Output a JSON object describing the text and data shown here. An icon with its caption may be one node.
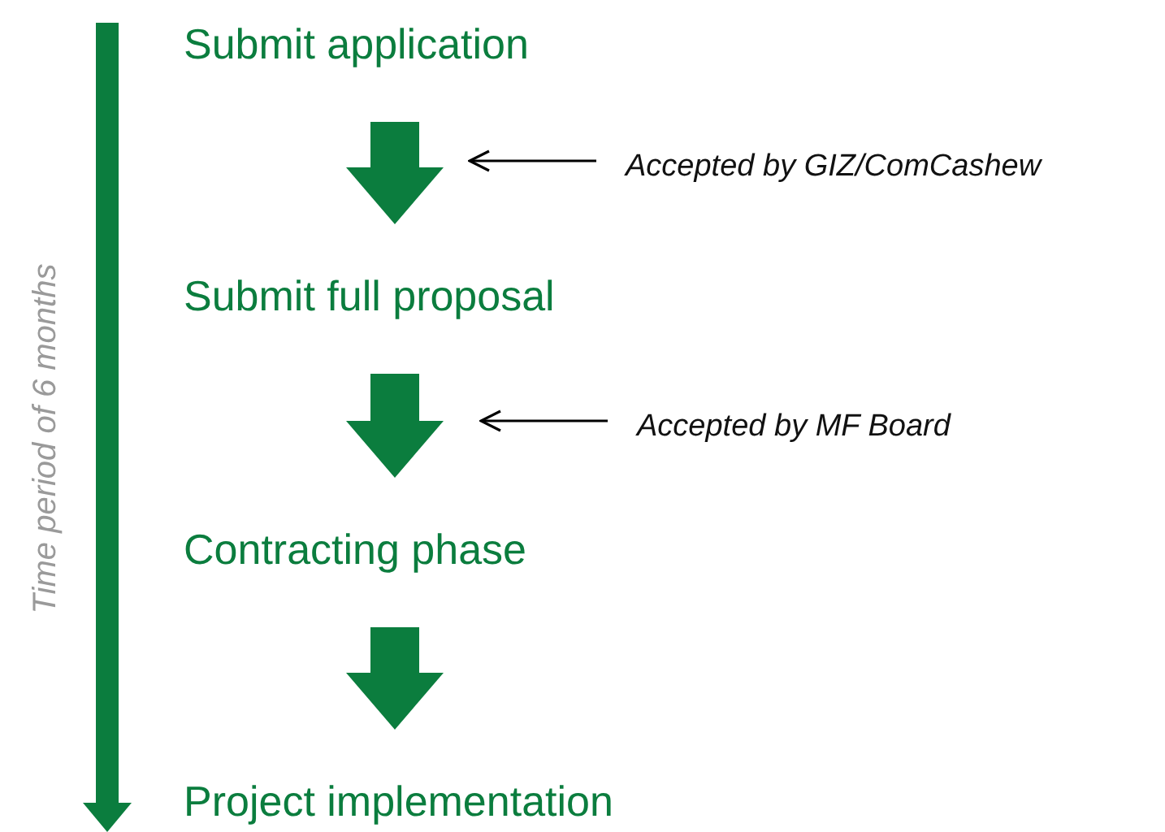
{
  "diagram": {
    "nodes": [
      {
        "text": [
          "Submit application"
        ]
      },
      {
        "text": [
          "Accepted by GIZ/ComCashew"
        ]
      },
      {
        "text": [
          "Submit full proposal"
        ]
      },
      {
        "text": [
          "Accepted by MF Board"
        ]
      },
      {
        "text": [
          "Contracting phase"
        ]
      },
      {
        "text": [
          "Project implementation"
        ]
      }
    ],
    "edges": [
      {
        "from": 0,
        "to": 2,
        "arrow": "to"
      },
      {
        "from": 1,
        "to": null,
        "arrow": "to",
        "color": "#000000"
      },
      {
        "from": 2,
        "to": 4,
        "arrow": "to"
      },
      {
        "from": 3,
        "to": null,
        "arrow": "to",
        "color": "#000000"
      },
      {
        "from": 4,
        "to": 5,
        "arrow": "to"
      }
    ],
    "labels": [
      "Time period of 6 months"
    ]
  }
}
